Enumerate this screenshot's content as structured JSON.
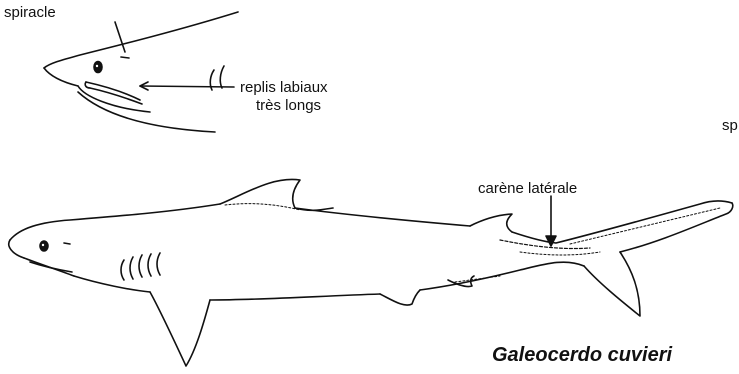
{
  "labels": {
    "spiracle": "spiracle",
    "lip_folds_line1": "replis labiaux",
    "lip_folds_line2": "très longs",
    "lateral_keel": "carène latérale",
    "cut_off_edge": "sp"
  },
  "species_name": "Galeocerdo cuvieri",
  "line_color": "#111111",
  "background": "#ffffff"
}
